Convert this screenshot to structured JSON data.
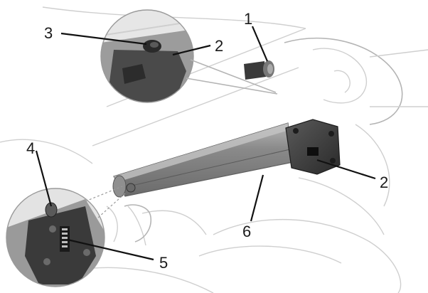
{
  "callouts": {
    "c1": "1",
    "c2_top": "2",
    "c2_right": "2",
    "c3": "3",
    "c4": "4",
    "c5": "5",
    "c6": "6"
  },
  "colors": {
    "battery_body": "#7d7d7d",
    "battery_top": "#a6a6a6",
    "connector": "#2e2e2e",
    "frame_lines": "#cfcfcf",
    "leader_lines": "#111111"
  }
}
